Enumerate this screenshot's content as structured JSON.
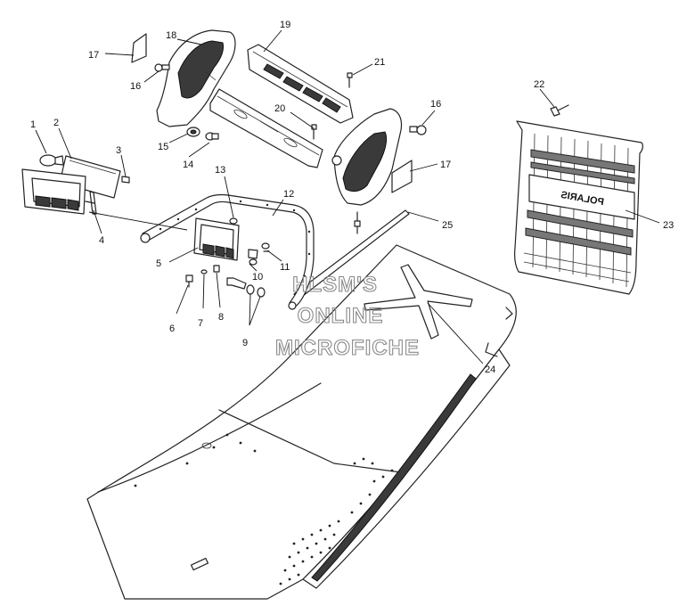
{
  "diagram": {
    "callouts": [
      {
        "id": "c1",
        "text": "1"
      },
      {
        "id": "c2",
        "text": "2"
      },
      {
        "id": "c3",
        "text": "3"
      },
      {
        "id": "c4",
        "text": "4"
      },
      {
        "id": "c5",
        "text": "5"
      },
      {
        "id": "c6",
        "text": "6"
      },
      {
        "id": "c7",
        "text": "7"
      },
      {
        "id": "c8",
        "text": "8"
      },
      {
        "id": "c9",
        "text": "9"
      },
      {
        "id": "c10",
        "text": "10"
      },
      {
        "id": "c11",
        "text": "11"
      },
      {
        "id": "c12",
        "text": "12"
      },
      {
        "id": "c13",
        "text": "13"
      },
      {
        "id": "c14",
        "text": "14"
      },
      {
        "id": "c15",
        "text": "15"
      },
      {
        "id": "c16a",
        "text": "16"
      },
      {
        "id": "c16b",
        "text": "16"
      },
      {
        "id": "c17a",
        "text": "17"
      },
      {
        "id": "c17b",
        "text": "17"
      },
      {
        "id": "c18",
        "text": "18"
      },
      {
        "id": "c19",
        "text": "19"
      },
      {
        "id": "c20",
        "text": "20"
      },
      {
        "id": "c21",
        "text": "21"
      },
      {
        "id": "c22",
        "text": "22"
      },
      {
        "id": "c23",
        "text": "23"
      },
      {
        "id": "c24",
        "text": "24"
      },
      {
        "id": "c25",
        "text": "25"
      }
    ],
    "flap_text": "POLARIS",
    "watermark": [
      "HLSM'S",
      "ONLINE",
      "MICROFICHE"
    ]
  }
}
